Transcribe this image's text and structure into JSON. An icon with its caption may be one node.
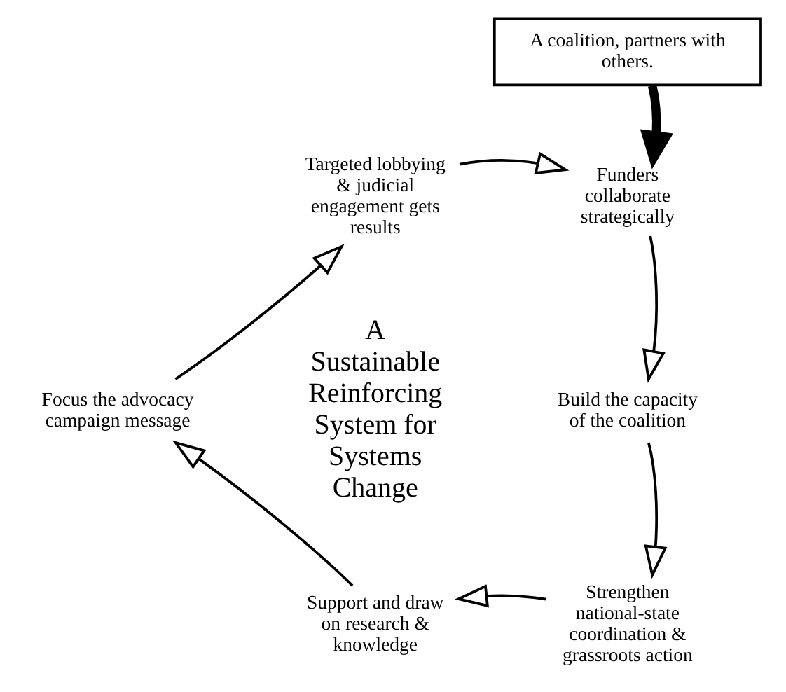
{
  "diagram": {
    "nodes": [
      {
        "text": [
          "Targeted lobbying & judicial engagement gets results"
        ]
      },
      {
        "text": [
          "A coalition, partners with others."
        ]
      },
      {
        "text": [
          "Funders collaborate strategically"
        ]
      },
      {
        "text": [
          "Focus the advocacy campaign message"
        ]
      },
      {
        "text": [
          "A Sustainable Reinforcing System for Systems Change"
        ]
      },
      {
        "text": [
          "Build the capacity of the coalition"
        ]
      },
      {
        "text": [
          "Support and draw on research & knowledge"
        ]
      },
      {
        "text": [
          "Strengthen national-state coordination & grassroots action"
        ]
      }
    ],
    "edges": [
      {
        "from": 0,
        "to": 2,
        "arrow": "to"
      },
      {
        "from": 2,
        "to": 5,
        "arrow": "to"
      },
      {
        "from": 5,
        "to": 7,
        "arrow": "to"
      },
      {
        "from": 7,
        "to": 6,
        "arrow": "to"
      },
      {
        "from": 6,
        "to": 3,
        "arrow": "to"
      },
      {
        "from": 3,
        "to": 0,
        "arrow": "to"
      },
      {
        "from": 1,
        "to": 2,
        "arrow": "to",
        "style": "thick"
      }
    ]
  }
}
